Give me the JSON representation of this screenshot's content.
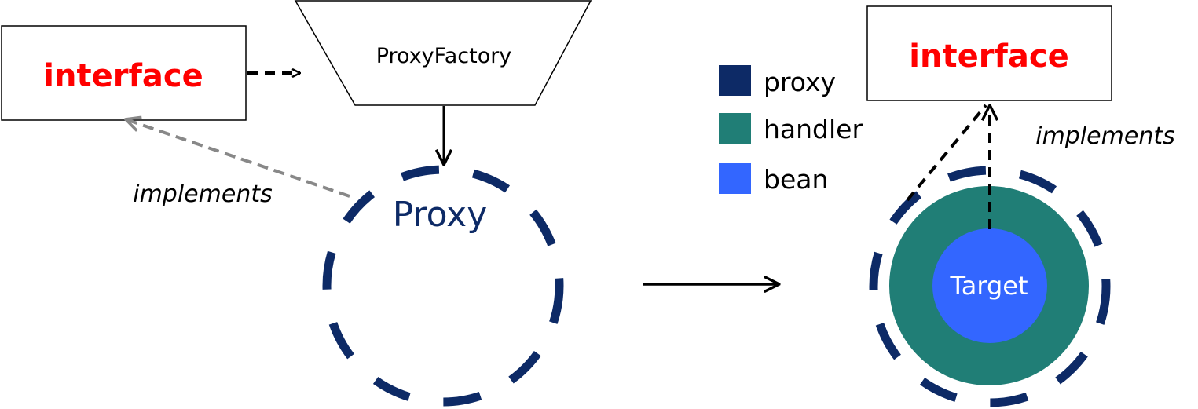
{
  "left_diagram": {
    "interface_label": "interface",
    "factory_label": "ProxyFactory",
    "proxy_label": "Proxy",
    "implements_label": "implements"
  },
  "right_diagram": {
    "interface_label": "interface",
    "target_label": "Target",
    "implements_label": "implements"
  },
  "legend": {
    "items": [
      {
        "label": "proxy",
        "color": "#0d2a66"
      },
      {
        "label": "handler",
        "color": "#207e76"
      },
      {
        "label": "bean",
        "color": "#3366ff"
      }
    ]
  },
  "colors": {
    "interface_text": "#ff0000",
    "proxy_ring": "#0d2a66",
    "handler_fill": "#207e76",
    "bean_fill": "#3366ff",
    "implements_arrow_left": "#888888",
    "arrow": "#000000"
  }
}
